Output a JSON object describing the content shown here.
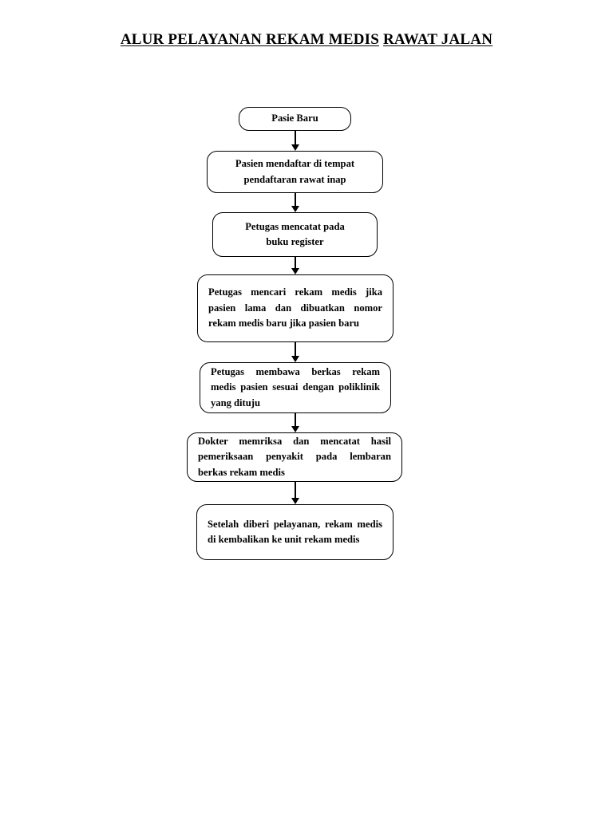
{
  "title": {
    "line1": "ALUR PELAYANAN REKAM MEDIS",
    "line2": "RAWAT JALAN"
  },
  "flowchart": {
    "type": "flowchart",
    "orientation": "top-to-bottom",
    "connector": "arrow-down",
    "node_shape": "rounded-rectangle",
    "nodes": [
      {
        "id": "node-0",
        "text": "Pasie Baru",
        "align": "center"
      },
      {
        "id": "node-1",
        "text": "Pasien mendaftar di tempat\npendaftaran rawat inap",
        "align": "center"
      },
      {
        "id": "node-2",
        "text": "Petugas mencatat pada\nbuku register",
        "align": "center"
      },
      {
        "id": "node-3",
        "text": "Petugas mencari rekam medis jika pasien lama dan dibuatkan nomor rekam medis baru jika pasien baru",
        "align": "justify"
      },
      {
        "id": "node-4",
        "text": "Petugas membawa berkas rekam medis pasien sesuai dengan poliklinik yang dituju",
        "align": "justify"
      },
      {
        "id": "node-5",
        "text": "Dokter memriksa dan mencatat hasil pemeriksaan penyakit pada lembaran berkas rekam medis",
        "align": "justify"
      },
      {
        "id": "node-6",
        "text": "Setelah diberi pelayanan, rekam medis di kembalikan ke unit rekam medis",
        "align": "justify"
      }
    ]
  },
  "colors": {
    "background": "#ffffff",
    "stroke": "#000000",
    "text": "#000000"
  }
}
